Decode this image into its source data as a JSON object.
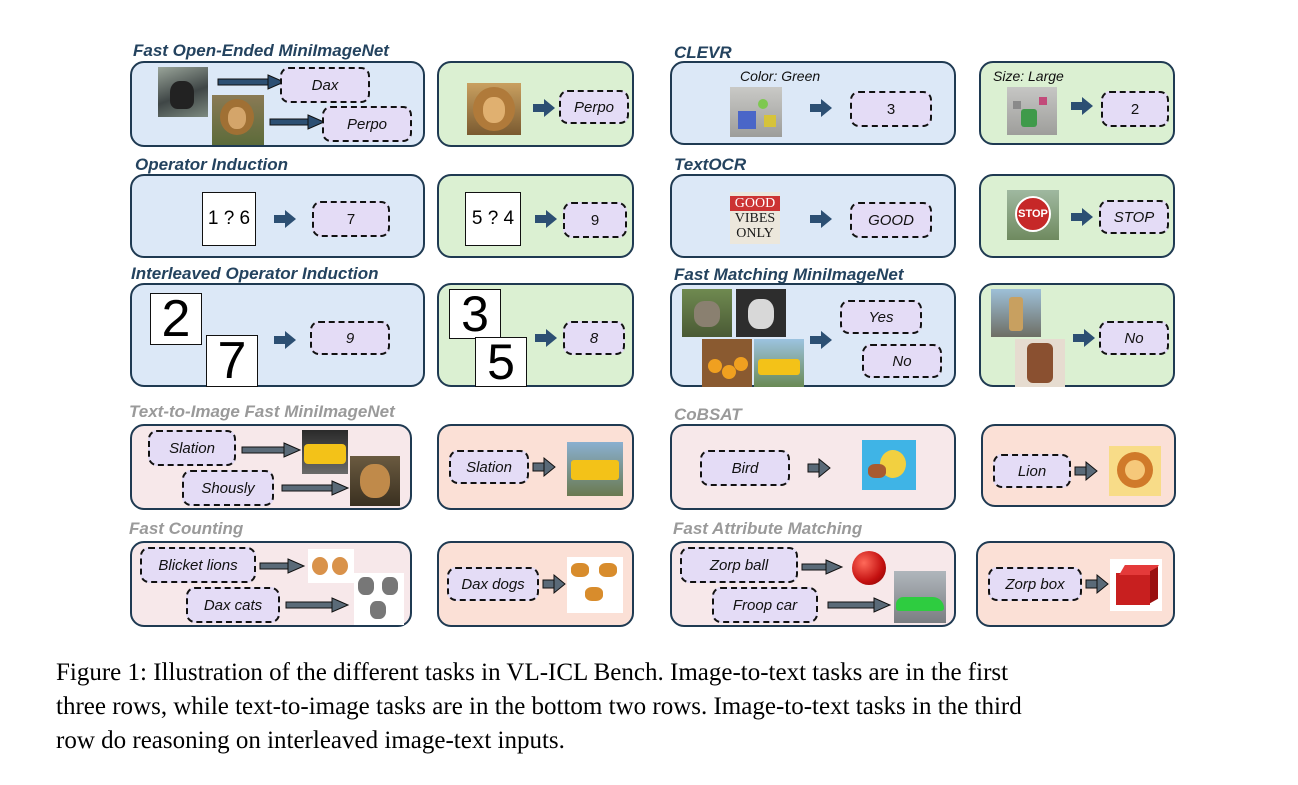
{
  "tasks": {
    "fast_open_ended": {
      "title": "Fast Open-Ended MiniImageNet",
      "support": [
        "Dax",
        "Perpo"
      ],
      "query": "Perpo"
    },
    "clevr": {
      "title": "CLEVR",
      "support_prompt": "Color: Green",
      "support_answer": "3",
      "query_prompt": "Size: Large",
      "query_answer": "2"
    },
    "operator_induction": {
      "title": "Operator Induction",
      "support_expr": "1 ? 6",
      "support_answer": "7",
      "query_expr": "5 ? 4",
      "query_answer": "9"
    },
    "textocr": {
      "title": "TextOCR",
      "support_image_text": [
        "GOOD",
        "VIBES",
        "ONLY"
      ],
      "support_answer": "GOOD",
      "query_image_text": "STOP",
      "query_answer": "STOP"
    },
    "interleaved": {
      "title": "Interleaved Operator Induction",
      "support_digits": [
        "2",
        "7"
      ],
      "support_answer": "9",
      "query_digits": [
        "3",
        "5"
      ],
      "query_answer": "8"
    },
    "fast_matching": {
      "title": "Fast Matching MiniImageNet",
      "support": [
        "Yes",
        "No"
      ],
      "query": "No"
    },
    "text_to_image": {
      "title": "Text-to-Image Fast MiniImageNet",
      "support": [
        "Slation",
        "Shously"
      ],
      "query": "Slation"
    },
    "cobsat": {
      "title": "CoBSAT",
      "support": "Bird",
      "query": "Lion"
    },
    "fast_counting": {
      "title": "Fast Counting",
      "support": [
        "Blicket lions",
        "Dax cats"
      ],
      "query": "Dax dogs"
    },
    "fast_attribute": {
      "title": "Fast Attribute Matching",
      "support": [
        "Zorp ball",
        "Froop car"
      ],
      "query": "Zorp box"
    }
  },
  "caption": {
    "lines": [
      "Figure 1: Illustration of the different tasks in VL-ICL Bench. Image-to-text tasks are in the first",
      "three rows, while text-to-image tasks are in the bottom two rows. Image-to-text tasks in the third",
      "row do reasoning on interleaved image-text inputs."
    ]
  },
  "colors": {
    "blue_panel": "#dce8f7",
    "green_panel": "#dbf0d2",
    "pink_panel": "#f7e8ea",
    "salmon_panel": "#fbe0d6",
    "label_fill": "#e4dcf6",
    "title_dark": "#24435f",
    "title_gray": "#9a9a9a",
    "arrow": "#2c4f73"
  }
}
